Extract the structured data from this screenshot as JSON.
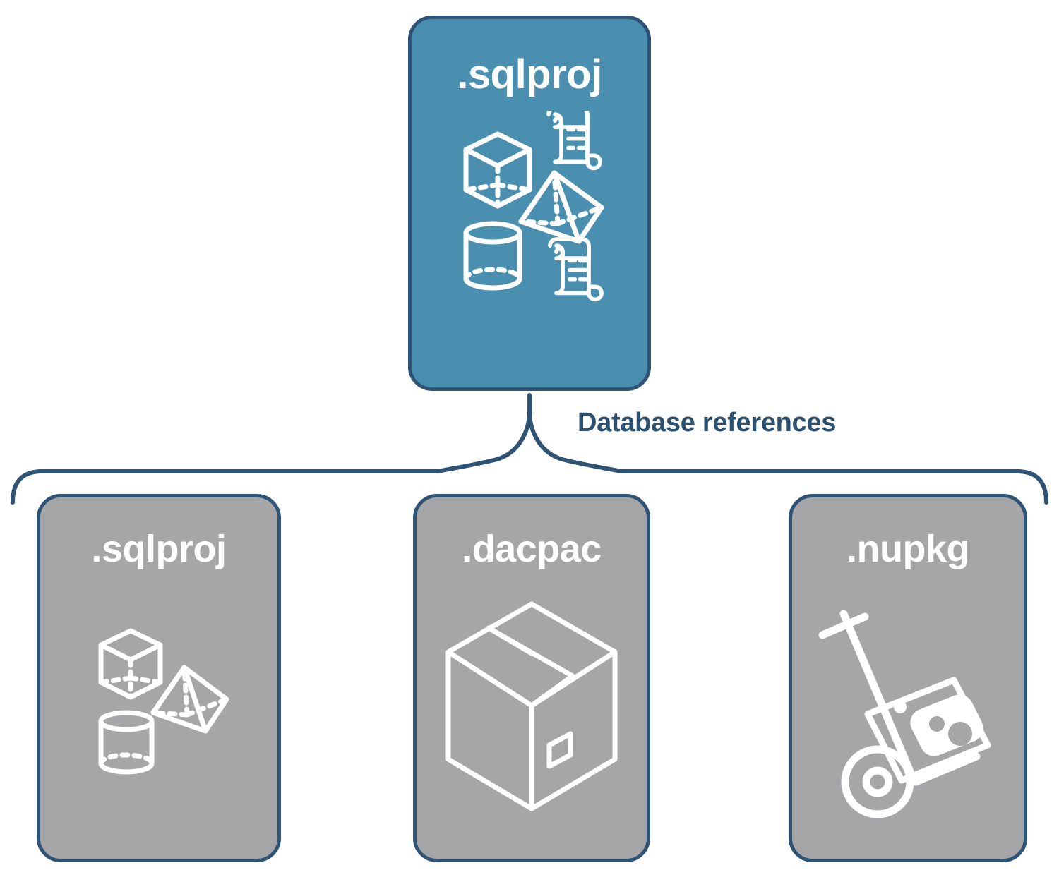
{
  "diagram": {
    "type": "hierarchy-brace",
    "title_text": ".sqlproj",
    "connector_label": "Database references",
    "colors": {
      "primary_fill": "#4A8FB0",
      "secondary_fill": "#A6A6A8",
      "stroke": "#2E5375",
      "label_text": "#2B5070",
      "icon_stroke": "#FFFFFF",
      "background": "#FFFFFF"
    }
  },
  "root_node": {
    "label": ".sqlproj",
    "fill": "primary",
    "icons": [
      "cube-wireframe-icon",
      "scroll-script-icon",
      "pyramid-wireframe-icon",
      "cylinder-wireframe-icon",
      "scroll-script-icon"
    ]
  },
  "connector": {
    "label": "Database references",
    "shape": "curly-brace"
  },
  "child_nodes": [
    {
      "label": ".sqlproj",
      "fill": "secondary",
      "icons": [
        "cube-wireframe-icon",
        "pyramid-wireframe-icon",
        "cylinder-wireframe-icon"
      ]
    },
    {
      "label": ".dacpac",
      "fill": "secondary",
      "icons": [
        "package-box-icon"
      ]
    },
    {
      "label": ".nupkg",
      "fill": "secondary",
      "icons": [
        "hand-truck-package-icon"
      ]
    }
  ]
}
